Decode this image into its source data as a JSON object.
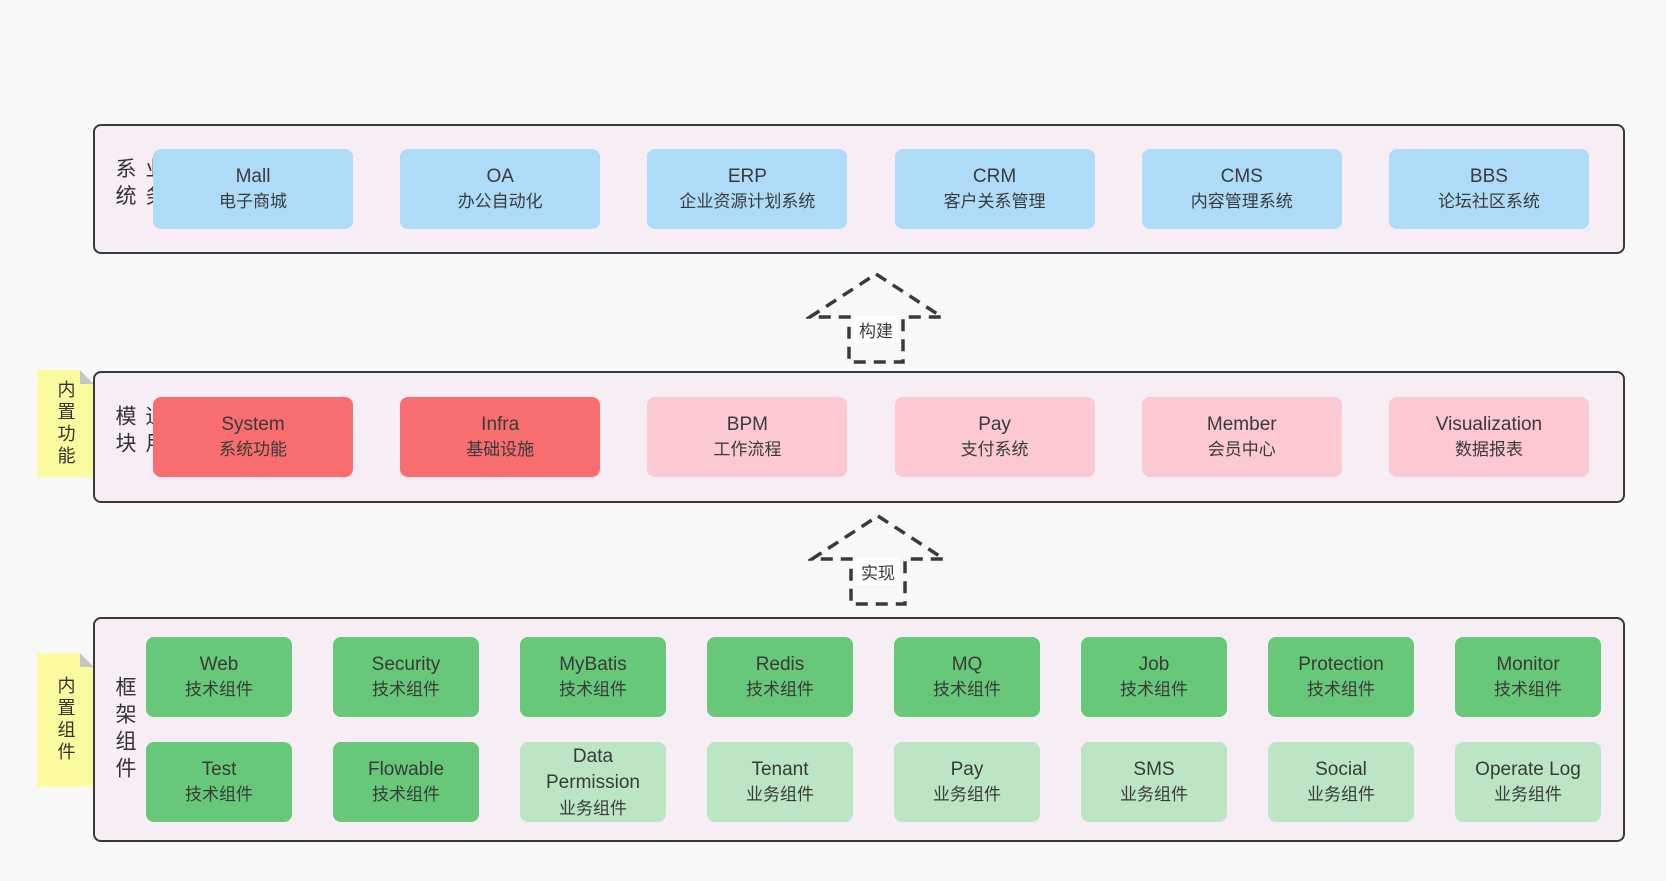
{
  "colors": {
    "page_bg": "#f8f8f8",
    "band_bg": "#f7edf5",
    "band_border": "#3a3a3a",
    "blue_box": "#aedcf8",
    "red_box": "#f76d70",
    "pink_box": "#fcc9d3",
    "green_box": "#66c878",
    "light_green_box": "#bce5c4",
    "sticky_yellow": "#fbfa9e",
    "sticky_fold": "#c6c6c6",
    "text": "#3a3a3a"
  },
  "bands": [
    {
      "id": "business-systems",
      "label": "业务系统",
      "boxes": [
        {
          "name": "Mall",
          "desc": "电子商城",
          "type": "blue"
        },
        {
          "name": "OA",
          "desc": "办公自动化",
          "type": "blue"
        },
        {
          "name": "ERP",
          "desc": "企业资源计划系统",
          "type": "blue"
        },
        {
          "name": "CRM",
          "desc": "客户关系管理",
          "type": "blue"
        },
        {
          "name": "CMS",
          "desc": "内容管理系统",
          "type": "blue"
        },
        {
          "name": "BBS",
          "desc": "论坛社区系统",
          "type": "blue"
        }
      ]
    },
    {
      "id": "common-modules",
      "label": "通用模块",
      "sticky": "内置功能",
      "boxes": [
        {
          "name": "System",
          "desc": "系统功能",
          "type": "red"
        },
        {
          "name": "Infra",
          "desc": "基础设施",
          "type": "red"
        },
        {
          "name": "BPM",
          "desc": "工作流程",
          "type": "pink"
        },
        {
          "name": "Pay",
          "desc": "支付系统",
          "type": "pink"
        },
        {
          "name": "Member",
          "desc": "会员中心",
          "type": "pink"
        },
        {
          "name": "Visualization",
          "desc": "数据报表",
          "type": "pink"
        }
      ]
    },
    {
      "id": "framework-components",
      "label": "框架组件",
      "sticky": "内置组件",
      "rows": [
        [
          {
            "name": "Web",
            "desc": "技术组件",
            "type": "green"
          },
          {
            "name": "Security",
            "desc": "技术组件",
            "type": "green"
          },
          {
            "name": "MyBatis",
            "desc": "技术组件",
            "type": "green"
          },
          {
            "name": "Redis",
            "desc": "技术组件",
            "type": "green"
          },
          {
            "name": "MQ",
            "desc": "技术组件",
            "type": "green"
          },
          {
            "name": "Job",
            "desc": "技术组件",
            "type": "green"
          },
          {
            "name": "Protection",
            "desc": "技术组件",
            "type": "green"
          },
          {
            "name": "Monitor",
            "desc": "技术组件",
            "type": "green"
          }
        ],
        [
          {
            "name": "Test",
            "desc": "技术组件",
            "type": "green"
          },
          {
            "name": "Flowable",
            "desc": "技术组件",
            "type": "green"
          },
          {
            "name": "Data Permission",
            "desc": "业务组件",
            "type": "light-green"
          },
          {
            "name": "Tenant",
            "desc": "业务组件",
            "type": "light-green"
          },
          {
            "name": "Pay",
            "desc": "业务组件",
            "type": "light-green"
          },
          {
            "name": "SMS",
            "desc": "业务组件",
            "type": "light-green"
          },
          {
            "name": "Social",
            "desc": "业务组件",
            "type": "light-green"
          },
          {
            "name": "Operate Log",
            "desc": "业务组件",
            "type": "light-green"
          }
        ]
      ]
    }
  ],
  "arrows": [
    {
      "label": "构建"
    },
    {
      "label": "实现"
    }
  ]
}
